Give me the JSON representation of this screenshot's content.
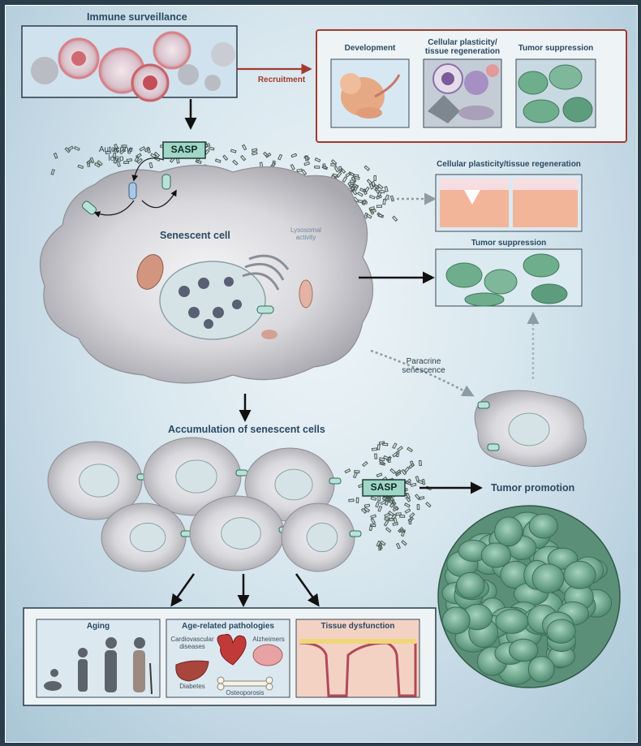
{
  "labels": {
    "immune_surveillance": "Immune surveillance",
    "recruitment": "Recruitment",
    "development": "Development",
    "plasticity_top_line1": "Cellular plasticity/",
    "plasticity_top_line2": "tissue regeneration",
    "tumor_suppression_top": "Tumor suppression",
    "autocrine_line1": "Autocrine",
    "autocrine_line2": "loop",
    "sasp_top": "SASP",
    "senescent_cell": "Senescent cell",
    "lysosomal_line1": "Lysosomal",
    "lysosomal_line2": "activity",
    "plasticity_right": "Cellular plasticity/tissue regeneration",
    "tumor_suppression_right": "Tumor suppression",
    "paracrine_line1": "Paracrine",
    "paracrine_line2": "senescence",
    "accumulation": "Accumulation of senescent cells",
    "sasp_bottom": "SASP",
    "tumor_promotion": "Tumor promotion",
    "aging": "Aging",
    "age_related": "Age-related pathologies",
    "tissue_dysfunction": "Tissue dysfunction",
    "cardio_line1": "Cardiovascular",
    "cardio_line2": "diseases",
    "alzheimers": "Alzheimers",
    "diabetes": "Diabetes",
    "osteoporosis": "Osteoporosis"
  },
  "colors": {
    "title_blue": "#2b4a63",
    "recruitment_red": "#a33a2e",
    "sasp_fill": "#9fd6c6",
    "cell_gray": "#c9c9ce",
    "tumor_green": "#7fb59a"
  },
  "icons": [
    "embryo-icon",
    "liver-icon",
    "heart-icon",
    "brain-icon",
    "bone-icon",
    "human-silhouette-icon"
  ]
}
